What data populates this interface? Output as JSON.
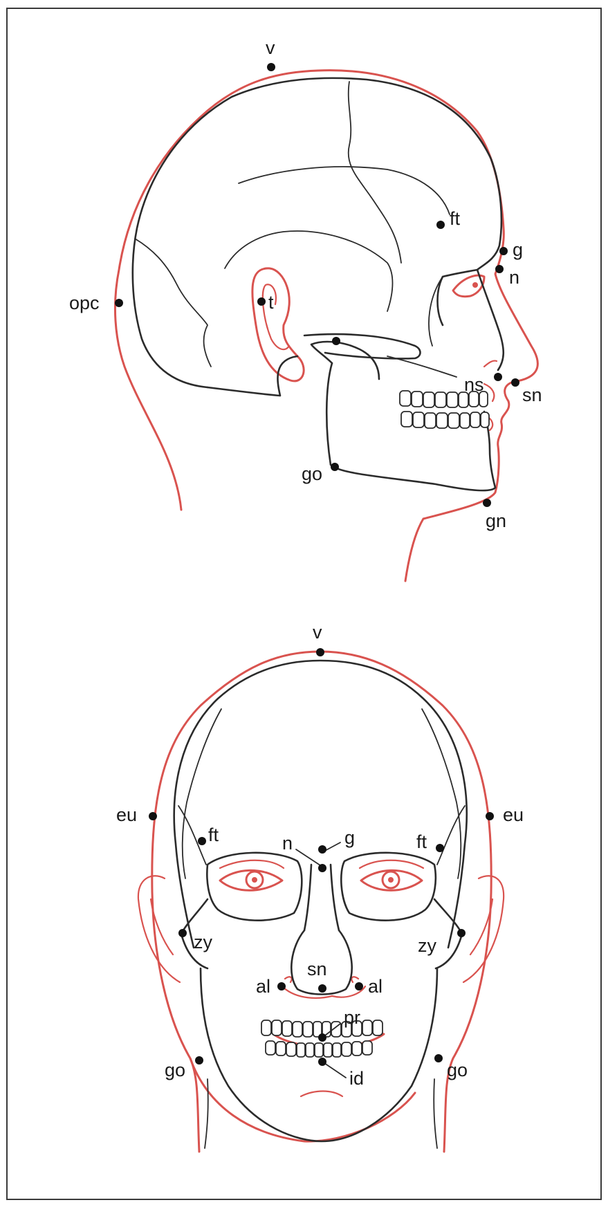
{
  "lateral_view": {
    "landmarks": [
      "v",
      "ft",
      "g",
      "n",
      "opc",
      "t",
      "ns",
      "sn",
      "go",
      "gn"
    ]
  },
  "frontal_view": {
    "landmarks": [
      "v",
      "eu",
      "eu",
      "ft",
      "ft",
      "n",
      "g",
      "zy",
      "zy",
      "al",
      "sn",
      "al",
      "pr",
      "go",
      "go",
      "id"
    ]
  },
  "colors": {
    "skin_outline": "#d9534f",
    "bone_outline": "#2b2b2b",
    "landmark_dot": "#111111"
  }
}
